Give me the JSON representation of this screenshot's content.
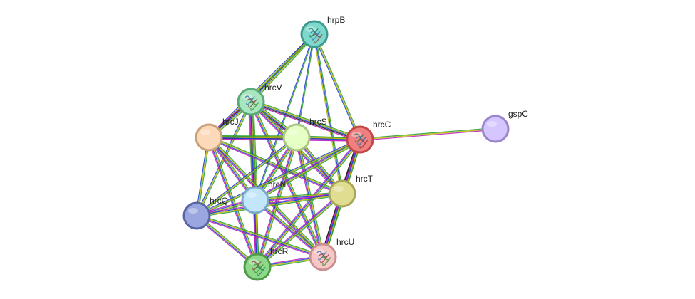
{
  "nodes": [
    {
      "id": "hrpB",
      "label": "hrpB",
      "fill": "#7fd8cc",
      "stroke": "#3d9a8e",
      "icon": "protein-structure-icon"
    },
    {
      "id": "hrcV",
      "label": "hrcV",
      "fill": "#a8e6c0",
      "stroke": "#5aaa78",
      "icon": "protein-structure-icon"
    },
    {
      "id": "hrcJ",
      "label": "hrcJ",
      "fill": "#fcd9b8",
      "stroke": "#c8a07a",
      "icon": ""
    },
    {
      "id": "hrcS",
      "label": "hrcS",
      "fill": "#e6ffc4",
      "stroke": "#a8c882",
      "icon": ""
    },
    {
      "id": "hrcC",
      "label": "hrcC",
      "fill": "#f07f7f",
      "stroke": "#c04848",
      "icon": "protein-structure-icon"
    },
    {
      "id": "gspC",
      "label": "gspC",
      "fill": "#d6c6ff",
      "stroke": "#9a84cc",
      "icon": ""
    },
    {
      "id": "hrcN",
      "label": "hrcN",
      "fill": "#c4e6fc",
      "stroke": "#7aaac8",
      "icon": ""
    },
    {
      "id": "hrcT",
      "label": "hrcT",
      "fill": "#e0dc90",
      "stroke": "#a8a45a",
      "icon": ""
    },
    {
      "id": "hrcQ",
      "label": "hrcQ",
      "fill": "#9aa6e0",
      "stroke": "#5864a4",
      "icon": ""
    },
    {
      "id": "hrcU",
      "label": "hrcU",
      "fill": "#f7c6c6",
      "stroke": "#c89090",
      "icon": "protein-structure-icon"
    },
    {
      "id": "hrcR",
      "label": "hrcR",
      "fill": "#8ed88a",
      "stroke": "#4e9a4a",
      "icon": "protein-structure-icon"
    }
  ],
  "edges": [
    {
      "source": "hrpB",
      "target": "hrcV",
      "colors": [
        "#2ca02c",
        "#b5b500",
        "#1f3fcf",
        "#202020"
      ]
    },
    {
      "source": "hrpB",
      "target": "hrcJ",
      "colors": [
        "#2ca02c",
        "#b5b500",
        "#1f3fcf"
      ]
    },
    {
      "source": "hrpB",
      "target": "hrcS",
      "colors": [
        "#2ca02c",
        "#1f3fcf"
      ]
    },
    {
      "source": "hrpB",
      "target": "hrcC",
      "colors": [
        "#2ca02c",
        "#b5b500",
        "#1f3fcf"
      ]
    },
    {
      "source": "hrpB",
      "target": "hrcN",
      "colors": [
        "#2ca02c",
        "#1f3fcf"
      ]
    },
    {
      "source": "hrpB",
      "target": "hrcT",
      "colors": [
        "#2ca02c",
        "#1f3fcf",
        "#b5b500"
      ]
    },
    {
      "source": "hrcV",
      "target": "hrcJ",
      "colors": [
        "#2ca02c",
        "#b5b500",
        "#1f3fcf",
        "#202020",
        "#c020c0"
      ]
    },
    {
      "source": "hrcV",
      "target": "hrcS",
      "colors": [
        "#2ca02c",
        "#b5b500",
        "#1f3fcf",
        "#202020",
        "#c020c0"
      ]
    },
    {
      "source": "hrcV",
      "target": "hrcC",
      "colors": [
        "#2ca02c",
        "#b5b500",
        "#1f3fcf",
        "#202020",
        "#c020c0"
      ]
    },
    {
      "source": "hrcV",
      "target": "hrcN",
      "colors": [
        "#2ca02c",
        "#b5b500",
        "#1f3fcf",
        "#202020",
        "#c020c0",
        "#2ca02c"
      ]
    },
    {
      "source": "hrcV",
      "target": "hrcT",
      "colors": [
        "#2ca02c",
        "#b5b500",
        "#1f3fcf",
        "#c020c0"
      ]
    },
    {
      "source": "hrcV",
      "target": "hrcQ",
      "colors": [
        "#2ca02c",
        "#b5b500",
        "#1f3fcf"
      ]
    },
    {
      "source": "hrcV",
      "target": "hrcU",
      "colors": [
        "#2ca02c",
        "#b5b500",
        "#1f3fcf",
        "#c020c0"
      ]
    },
    {
      "source": "hrcV",
      "target": "hrcR",
      "colors": [
        "#2ca02c",
        "#b5b500",
        "#1f3fcf",
        "#c020c0"
      ]
    },
    {
      "source": "hrcJ",
      "target": "hrcS",
      "colors": [
        "#2ca02c",
        "#b5b500",
        "#1f3fcf",
        "#202020",
        "#c020c0"
      ]
    },
    {
      "source": "hrcJ",
      "target": "hrcC",
      "colors": [
        "#2ca02c",
        "#b5b500",
        "#1f3fcf",
        "#c020c0"
      ]
    },
    {
      "source": "hrcJ",
      "target": "hrcN",
      "colors": [
        "#2ca02c",
        "#b5b500",
        "#1f3fcf",
        "#c020c0"
      ]
    },
    {
      "source": "hrcJ",
      "target": "hrcT",
      "colors": [
        "#2ca02c",
        "#b5b500",
        "#1f3fcf",
        "#c020c0"
      ]
    },
    {
      "source": "hrcJ",
      "target": "hrcQ",
      "colors": [
        "#2ca02c",
        "#b5b500",
        "#1f3fcf"
      ]
    },
    {
      "source": "hrcJ",
      "target": "hrcU",
      "colors": [
        "#2ca02c",
        "#b5b500",
        "#1f3fcf",
        "#c020c0"
      ]
    },
    {
      "source": "hrcJ",
      "target": "hrcR",
      "colors": [
        "#2ca02c",
        "#b5b500",
        "#1f3fcf",
        "#c020c0"
      ]
    },
    {
      "source": "hrcS",
      "target": "hrcC",
      "colors": [
        "#2ca02c",
        "#b5b500",
        "#1f3fcf",
        "#c020c0"
      ]
    },
    {
      "source": "hrcS",
      "target": "hrcN",
      "colors": [
        "#2ca02c",
        "#b5b500",
        "#1f3fcf",
        "#c020c0"
      ]
    },
    {
      "source": "hrcS",
      "target": "hrcT",
      "colors": [
        "#2ca02c",
        "#b5b500",
        "#1f3fcf",
        "#c020c0"
      ]
    },
    {
      "source": "hrcS",
      "target": "hrcQ",
      "colors": [
        "#2ca02c",
        "#b5b500",
        "#1f3fcf"
      ]
    },
    {
      "source": "hrcS",
      "target": "hrcU",
      "colors": [
        "#2ca02c",
        "#b5b500",
        "#1f3fcf",
        "#c020c0"
      ]
    },
    {
      "source": "hrcS",
      "target": "hrcR",
      "colors": [
        "#2ca02c",
        "#b5b500",
        "#1f3fcf",
        "#c020c0"
      ]
    },
    {
      "source": "hrcC",
      "target": "gspC",
      "colors": [
        "#2ca02c",
        "#b5b500",
        "#c020c0"
      ]
    },
    {
      "source": "hrcC",
      "target": "hrcN",
      "colors": [
        "#2ca02c",
        "#b5b500",
        "#1f3fcf",
        "#c020c0"
      ]
    },
    {
      "source": "hrcC",
      "target": "hrcT",
      "colors": [
        "#2ca02c",
        "#b5b500",
        "#1f3fcf",
        "#c020c0",
        "#202020"
      ]
    },
    {
      "source": "hrcC",
      "target": "hrcQ",
      "colors": [
        "#2ca02c",
        "#b5b500",
        "#1f3fcf"
      ]
    },
    {
      "source": "hrcC",
      "target": "hrcU",
      "colors": [
        "#2ca02c",
        "#b5b500",
        "#1f3fcf",
        "#c020c0",
        "#202020"
      ]
    },
    {
      "source": "hrcC",
      "target": "hrcR",
      "colors": [
        "#2ca02c",
        "#b5b500",
        "#1f3fcf",
        "#c020c0"
      ]
    },
    {
      "source": "hrcN",
      "target": "hrcT",
      "colors": [
        "#2ca02c",
        "#b5b500",
        "#1f3fcf",
        "#c020c0"
      ]
    },
    {
      "source": "hrcN",
      "target": "hrcQ",
      "colors": [
        "#2ca02c",
        "#b5b500",
        "#1f3fcf",
        "#c020c0"
      ]
    },
    {
      "source": "hrcN",
      "target": "hrcU",
      "colors": [
        "#2ca02c",
        "#b5b500",
        "#1f3fcf",
        "#c020c0"
      ]
    },
    {
      "source": "hrcN",
      "target": "hrcR",
      "colors": [
        "#2ca02c",
        "#b5b500",
        "#1f3fcf",
        "#c020c0"
      ]
    },
    {
      "source": "hrcT",
      "target": "hrcQ",
      "colors": [
        "#2ca02c",
        "#b5b500",
        "#1f3fcf",
        "#c020c0"
      ]
    },
    {
      "source": "hrcT",
      "target": "hrcU",
      "colors": [
        "#2ca02c",
        "#b5b500",
        "#1f3fcf",
        "#c020c0",
        "#202020"
      ]
    },
    {
      "source": "hrcT",
      "target": "hrcR",
      "colors": [
        "#2ca02c",
        "#b5b500",
        "#1f3fcf",
        "#c020c0"
      ]
    },
    {
      "source": "hrcQ",
      "target": "hrcU",
      "colors": [
        "#2ca02c",
        "#b5b500",
        "#1f3fcf",
        "#c020c0"
      ]
    },
    {
      "source": "hrcQ",
      "target": "hrcR",
      "colors": [
        "#2ca02c",
        "#b5b500",
        "#1f3fcf",
        "#c020c0"
      ]
    },
    {
      "source": "hrcU",
      "target": "hrcR",
      "colors": [
        "#2ca02c",
        "#b5b500",
        "#1f3fcf",
        "#c020c0"
      ]
    }
  ]
}
